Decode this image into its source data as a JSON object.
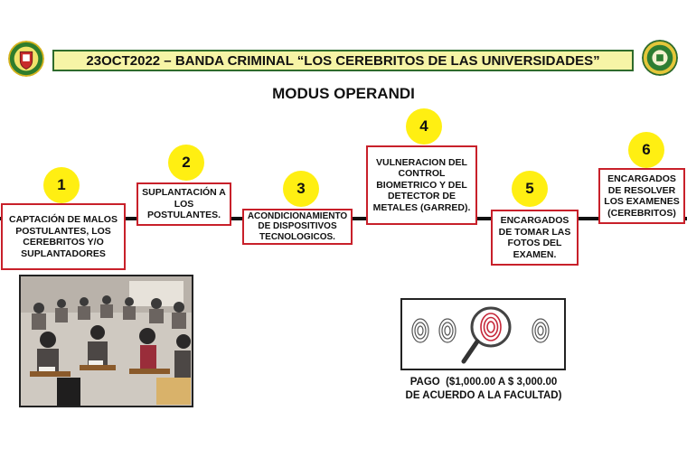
{
  "title": "23OCT2022 – BANDA CRIMINAL “LOS CEREBRITOS DE LAS UNIVERSIDADES”",
  "subtitle": "MODUS OPERANDI",
  "steps": [
    {
      "number": "1",
      "text": "CAPTACIÓN DE MALOS POSTULANTES, LOS CEREBRITOS Y/O SUPLANTADORES"
    },
    {
      "number": "2",
      "text": "SUPLANTACIÓN A LOS POSTULANTES."
    },
    {
      "number": "3",
      "text": "ACONDICIONAMIENTO DE DISPOSITIVOS TECNOLOGICOS."
    },
    {
      "number": "4",
      "text": "VULNERACION DEL CONTROL BIOMETRICO Y DEL DETECTOR DE METALES (GARRED)."
    },
    {
      "number": "5",
      "text": "ENCARGADOS DE TOMAR LAS FOTOS DEL EXAMEN."
    },
    {
      "number": "6",
      "text": "ENCARGADOS DE RESOLVER LOS EXAMENES (CEREBRITOS)"
    }
  ],
  "payment": {
    "line1": "PAGO  ($1,000.00 A $ 3,000.00",
    "line2": "DE ACUERDO A LA FACULTAD)"
  },
  "icons": {
    "left_logo": "police-shield-emblem-icon",
    "right_logo": "green-institution-seal-icon",
    "fingerprint": "fingerprint-magnifier-icon"
  },
  "colors": {
    "step_border": "#c8202a",
    "number_circle": "#ffef12",
    "title_bg": "#f6f4a6",
    "title_border": "#2e6b2c"
  }
}
